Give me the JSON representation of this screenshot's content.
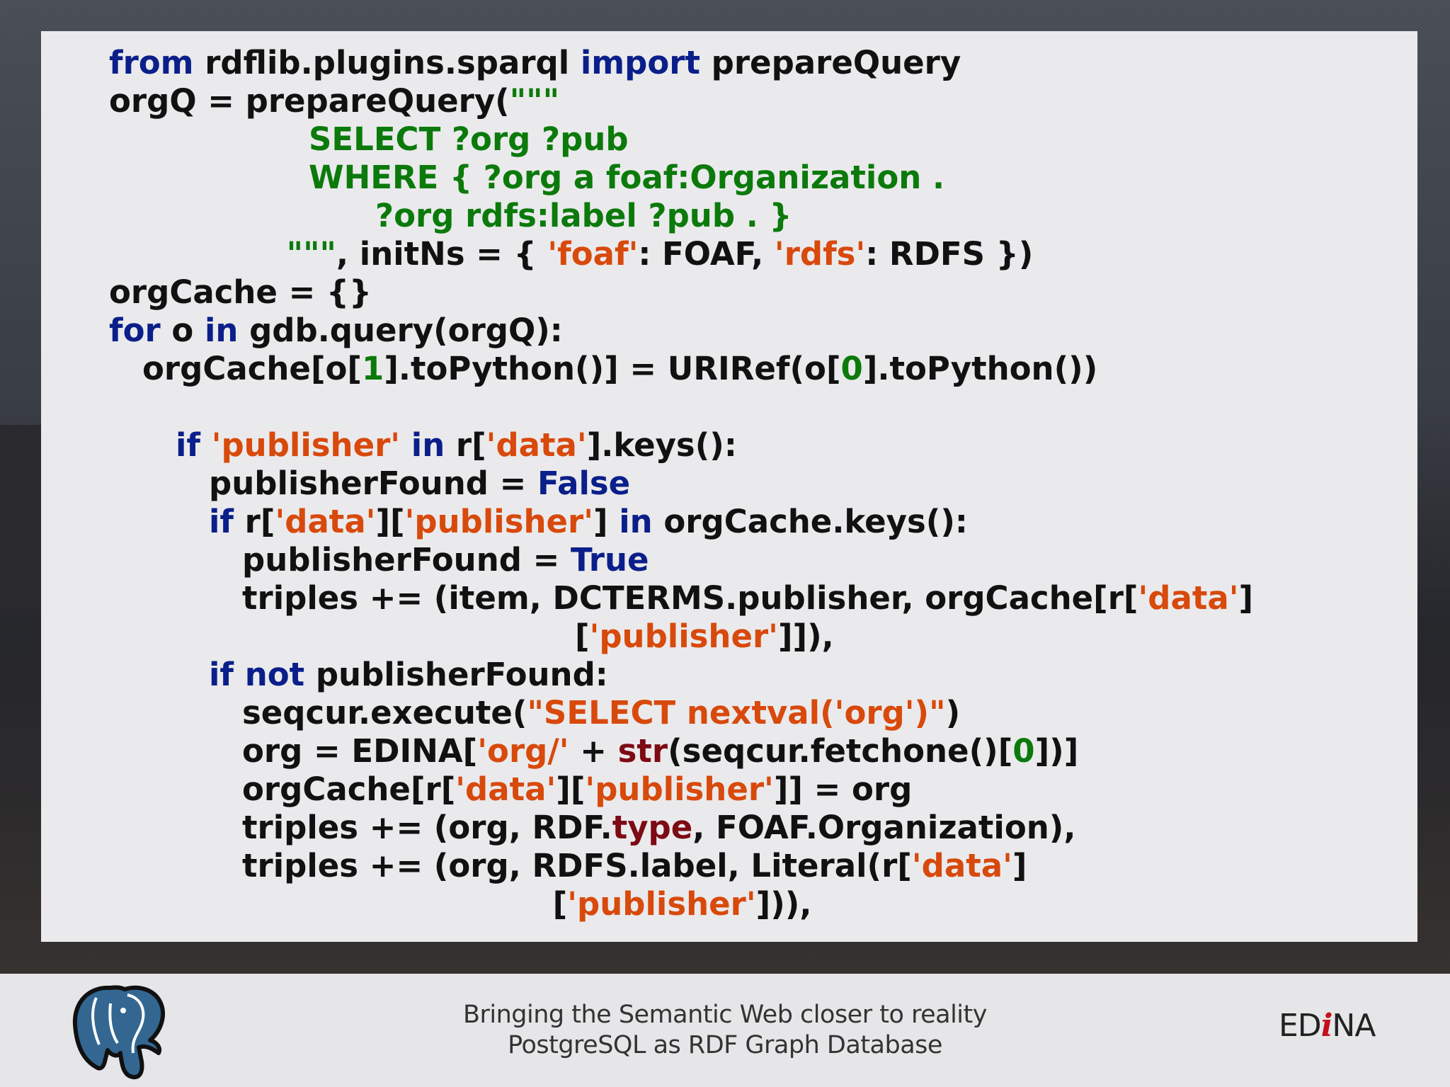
{
  "code": {
    "lines": [
      [
        {
          "t": "from",
          "c": "kw"
        },
        {
          "t": " rdflib.plugins.sparql ",
          "c": ""
        },
        {
          "t": "import",
          "c": "kw"
        },
        {
          "t": " prepareQuery",
          "c": ""
        }
      ],
      [
        {
          "t": "orgQ = prepareQuery(",
          "c": ""
        },
        {
          "t": "\"\"\"",
          "c": "sg"
        }
      ],
      [
        {
          "t": "                  SELECT ?org ?pub",
          "c": "sg"
        }
      ],
      [
        {
          "t": "                  WHERE { ?org a foaf:Organization .",
          "c": "sg"
        }
      ],
      [
        {
          "t": "                        ?org rdfs:label ?pub . }",
          "c": "sg"
        }
      ],
      [
        {
          "t": "                ",
          "c": ""
        },
        {
          "t": "\"\"\"",
          "c": "sg"
        },
        {
          "t": ", initNs = { ",
          "c": ""
        },
        {
          "t": "'foaf'",
          "c": "so"
        },
        {
          "t": ": FOAF, ",
          "c": ""
        },
        {
          "t": "'rdfs'",
          "c": "so"
        },
        {
          "t": ": RDFS })",
          "c": ""
        }
      ],
      [
        {
          "t": "orgCache = {}",
          "c": ""
        }
      ],
      [
        {
          "t": "for",
          "c": "kw"
        },
        {
          "t": " o ",
          "c": ""
        },
        {
          "t": "in",
          "c": "kw"
        },
        {
          "t": " gdb.query(orgQ):",
          "c": ""
        }
      ],
      [
        {
          "t": "   orgCache[o[",
          "c": ""
        },
        {
          "t": "1",
          "c": "nm"
        },
        {
          "t": "].toPython()] = URIRef(o[",
          "c": ""
        },
        {
          "t": "0",
          "c": "nm"
        },
        {
          "t": "].toPython())",
          "c": ""
        }
      ],
      [],
      [
        {
          "t": "      ",
          "c": ""
        },
        {
          "t": "if",
          "c": "kw"
        },
        {
          "t": " ",
          "c": ""
        },
        {
          "t": "'publisher'",
          "c": "so"
        },
        {
          "t": " ",
          "c": ""
        },
        {
          "t": "in",
          "c": "kw"
        },
        {
          "t": " r[",
          "c": ""
        },
        {
          "t": "'data'",
          "c": "so"
        },
        {
          "t": "].keys():",
          "c": ""
        }
      ],
      [
        {
          "t": "         publisherFound = ",
          "c": ""
        },
        {
          "t": "False",
          "c": "kw"
        }
      ],
      [
        {
          "t": "         ",
          "c": ""
        },
        {
          "t": "if",
          "c": "kw"
        },
        {
          "t": " r[",
          "c": ""
        },
        {
          "t": "'data'",
          "c": "so"
        },
        {
          "t": "][",
          "c": ""
        },
        {
          "t": "'publisher'",
          "c": "so"
        },
        {
          "t": "] ",
          "c": ""
        },
        {
          "t": "in",
          "c": "kw"
        },
        {
          "t": " orgCache.keys():",
          "c": ""
        }
      ],
      [
        {
          "t": "            publisherFound = ",
          "c": ""
        },
        {
          "t": "True",
          "c": "kw"
        }
      ],
      [
        {
          "t": "            triples += (item, DCTERMS.publisher, orgCache[r[",
          "c": ""
        },
        {
          "t": "'data'",
          "c": "so"
        },
        {
          "t": "]",
          "c": ""
        }
      ],
      [
        {
          "t": "                                          [",
          "c": ""
        },
        {
          "t": "'publisher'",
          "c": "so"
        },
        {
          "t": "]]),",
          "c": ""
        }
      ],
      [
        {
          "t": "         ",
          "c": ""
        },
        {
          "t": "if",
          "c": "kw"
        },
        {
          "t": " ",
          "c": ""
        },
        {
          "t": "not",
          "c": "kw"
        },
        {
          "t": " publisherFound:",
          "c": ""
        }
      ],
      [
        {
          "t": "            seqcur.execute(",
          "c": ""
        },
        {
          "t": "\"SELECT nextval('org')\"",
          "c": "so"
        },
        {
          "t": ")",
          "c": ""
        }
      ],
      [
        {
          "t": "            org = EDINA[",
          "c": ""
        },
        {
          "t": "'org/'",
          "c": "so"
        },
        {
          "t": " + ",
          "c": ""
        },
        {
          "t": "str",
          "c": "bi"
        },
        {
          "t": "(seqcur.fetchone()[",
          "c": ""
        },
        {
          "t": "0",
          "c": "nm"
        },
        {
          "t": "])]",
          "c": ""
        }
      ],
      [
        {
          "t": "            orgCache[r[",
          "c": ""
        },
        {
          "t": "'data'",
          "c": "so"
        },
        {
          "t": "][",
          "c": ""
        },
        {
          "t": "'publisher'",
          "c": "so"
        },
        {
          "t": "]] = org",
          "c": ""
        }
      ],
      [
        {
          "t": "            triples += (org, RDF.",
          "c": ""
        },
        {
          "t": "type",
          "c": "bi"
        },
        {
          "t": ", FOAF.Organization),",
          "c": ""
        }
      ],
      [
        {
          "t": "            triples += (org, RDFS.label, Literal(r[",
          "c": ""
        },
        {
          "t": "'data'",
          "c": "so"
        },
        {
          "t": "]",
          "c": ""
        }
      ],
      [
        {
          "t": "                                        [",
          "c": ""
        },
        {
          "t": "'publisher'",
          "c": "so"
        },
        {
          "t": "])),",
          "c": ""
        }
      ]
    ]
  },
  "footer": {
    "caption_line1": "Bringing the Semantic Web closer to reality",
    "caption_line2": "PostgreSQL as RDF Graph Database",
    "brand_prefix": "ED",
    "brand_mark": "i",
    "brand_suffix": "NA",
    "logo_icon": "postgresql-elephant-icon"
  },
  "colors": {
    "keyword": "#0b1f8a",
    "sparql_string": "#0b7a0b",
    "string": "#d8490c",
    "builtin": "#7d0a14",
    "brand_accent": "#c4101a"
  }
}
